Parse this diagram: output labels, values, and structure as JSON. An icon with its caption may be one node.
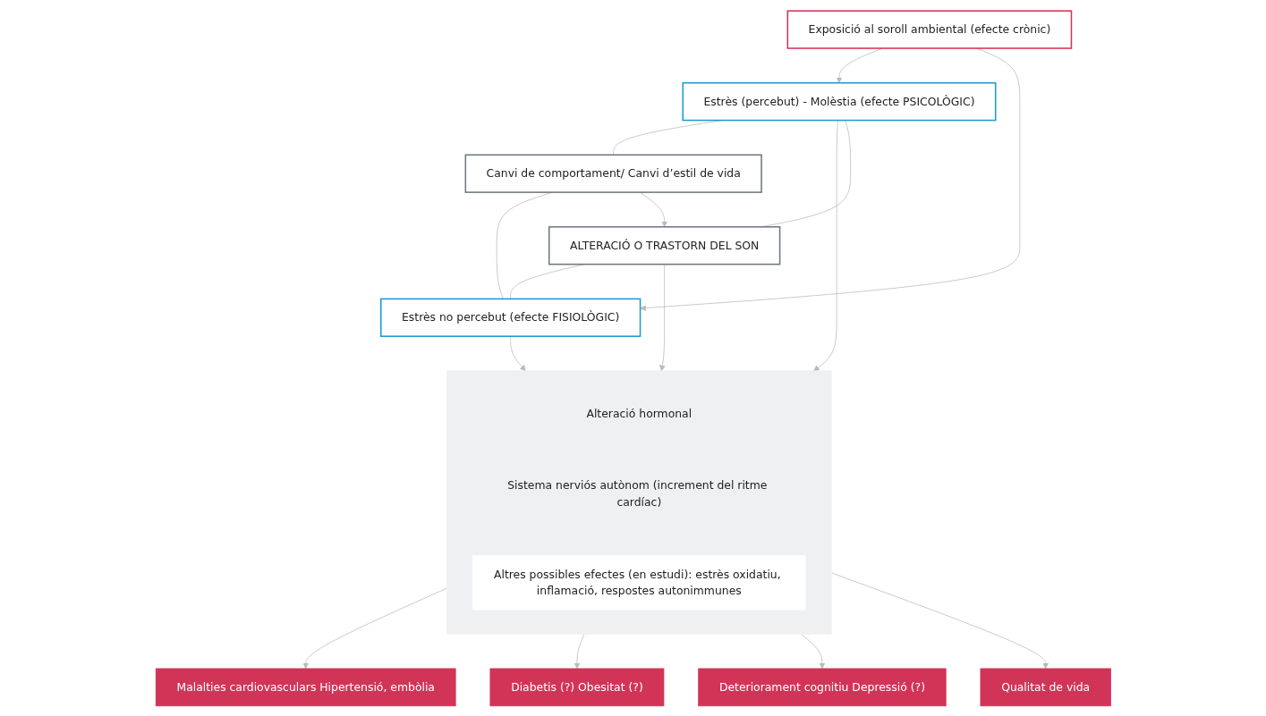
{
  "diagram": {
    "nodes": [
      {
        "text": [
          "Exposició al soroll ambiental (efecte crònic)"
        ]
      },
      {
        "text": [
          "Estrès (percebut) - Molèstia (efecte PSICOLÒGIC)"
        ]
      },
      {
        "text": [
          "Canvi de comportament/ Canvi d’estil de vida"
        ]
      },
      {
        "text": [
          "Estrès no percebut (efecte FISIOLÒGIC)"
        ]
      },
      {
        "text": [
          "ALTERACIÓ O TRASTORN DEL SON"
        ]
      },
      {
        "text": [],
        "shape": "box"
      },
      {
        "text": [
          "Alteració hormonal"
        ],
        "in": 5
      },
      {
        "text": [
          "Sistema nerviós autònom (increment del ritme cardíac)"
        ],
        "in": 5
      },
      {
        "text": [
          "Altres possibles efectes (en estudi): estrès oxidatiu, inflamació, respostes autonimmunes"
        ],
        "in": 5
      },
      {
        "text": [
          "Malalties cardiovasculars Hipertensió, embòlia"
        ]
      },
      {
        "text": [
          "Diabetis (?) Obesitat (?)"
        ]
      },
      {
        "text": [
          "Deteriorament cognitiu Depressió (?)"
        ]
      },
      {
        "text": [
          "Qualitat de vida"
        ]
      }
    ],
    "edges": [
      {
        "from": 0,
        "to": 1,
        "arrow": "to"
      },
      {
        "from": 0,
        "to": 3,
        "arrow": "to"
      },
      {
        "from": 1,
        "to": 2,
        "arrow": "none"
      },
      {
        "from": 2,
        "to": 3,
        "arrow": "none"
      },
      {
        "from": 2,
        "to": 4,
        "arrow": "to"
      },
      {
        "from": 4,
        "to": 1,
        "arrow": "none"
      },
      {
        "from": 4,
        "to": 3,
        "arrow": "none"
      },
      {
        "from": 1,
        "to": 5,
        "arrow": "to"
      },
      {
        "from": 4,
        "to": 5,
        "arrow": "to"
      },
      {
        "from": 3,
        "to": 5,
        "arrow": "to"
      },
      {
        "from": 5,
        "to": 9,
        "arrow": "to"
      },
      {
        "from": 5,
        "to": 10,
        "arrow": "to"
      },
      {
        "from": 5,
        "to": 11,
        "arrow": "to"
      },
      {
        "from": 5,
        "to": 12,
        "arrow": "to"
      }
    ]
  }
}
